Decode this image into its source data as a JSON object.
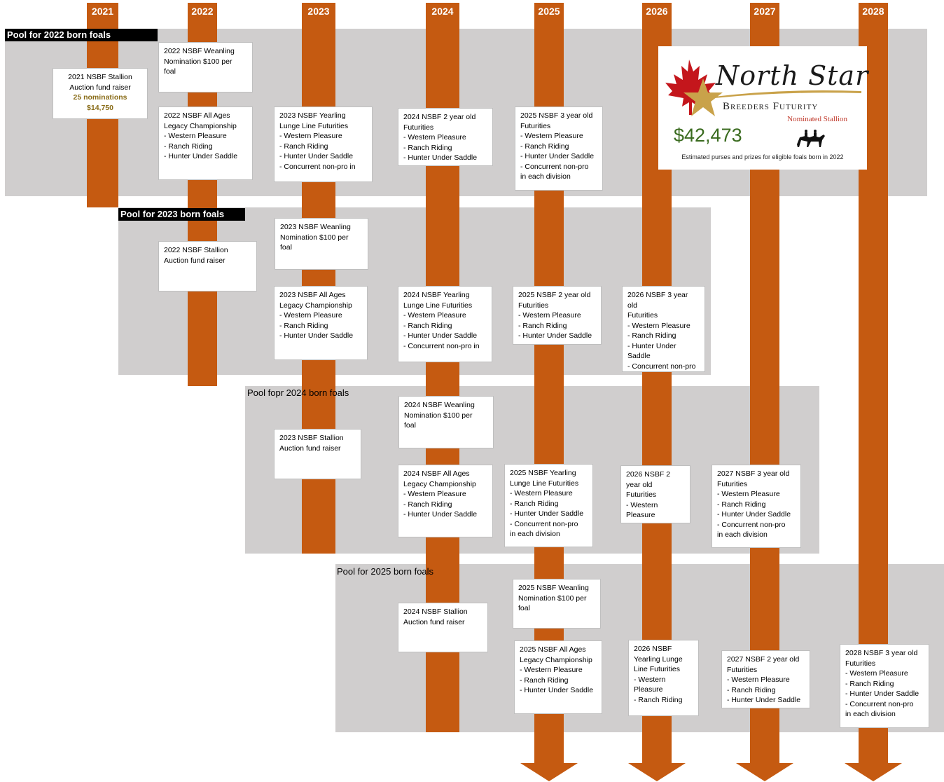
{
  "years": [
    "2021",
    "2022",
    "2023",
    "2024",
    "2025",
    "2026",
    "2027",
    "2028"
  ],
  "pools": [
    {
      "label": "Pool for 2022 born foals"
    },
    {
      "label": "Pool for 2023 born foals"
    },
    {
      "label": "Pool fopr 2024 born foals"
    },
    {
      "label": "Pool for 2025 born foals"
    }
  ],
  "boxes": {
    "p22_auction": [
      "2021 NSBF Stallion",
      "Auction fund raiser"
    ],
    "p22_auction_nominations": "25 nominations",
    "p22_auction_amount": "$14,750",
    "p22_weanling": [
      "2022 NSBF Weanling",
      "Nomination $100 per",
      "foal"
    ],
    "p22_allages": [
      "2022 NSBF All Ages",
      "Legacy Championship",
      "- Western Pleasure",
      "- Ranch Riding",
      "- Hunter Under Saddle"
    ],
    "p22_yearling": [
      "2023 NSBF Yearling",
      "Lunge Line Futurities",
      "- Western Pleasure",
      "- Ranch Riding",
      "- Hunter Under Saddle",
      "- Concurrent non-pro in"
    ],
    "p22_2yo": [
      "2024 NSBF 2 year old",
      "Futurities",
      "- Western Pleasure",
      "- Ranch Riding",
      "- Hunter Under Saddle"
    ],
    "p22_3yo": [
      "2025 NSBF 3 year old",
      "Futurities",
      "- Western Pleasure",
      "- Ranch Riding",
      "- Hunter Under Saddle",
      "- Concurrent non-pro",
      "in each division"
    ],
    "p23_auction": [
      "2022 NSBF Stallion",
      "Auction fund raiser"
    ],
    "p23_weanling": [
      "2023 NSBF Weanling",
      "Nomination $100 per",
      "foal"
    ],
    "p23_allages": [
      "2023 NSBF All Ages",
      "Legacy Championship",
      "- Western Pleasure",
      "- Ranch Riding",
      "- Hunter Under Saddle"
    ],
    "p23_yearling": [
      "2024 NSBF Yearling",
      "Lunge Line Futurities",
      "- Western Pleasure",
      "- Ranch Riding",
      "- Hunter Under Saddle",
      "- Concurrent non-pro in"
    ],
    "p23_2yo": [
      "2025 NSBF 2 year old",
      "Futurities",
      "- Western Pleasure",
      "- Ranch Riding",
      "- Hunter Under Saddle"
    ],
    "p23_3yo": [
      "2026 NSBF 3 year old",
      "Futurities",
      "- Western Pleasure",
      "- Ranch Riding",
      "- Hunter Under",
      "Saddle",
      "- Concurrent non-pro"
    ],
    "p24_weanling": [
      "2024 NSBF Weanling",
      "Nomination $100 per",
      "foal"
    ],
    "p24_auction": [
      "2023 NSBF Stallion",
      "Auction fund raiser"
    ],
    "p24_allages": [
      "2024 NSBF All Ages",
      "Legacy Championship",
      "- Western Pleasure",
      "- Ranch Riding",
      "- Hunter Under Saddle"
    ],
    "p24_yearling": [
      "2025 NSBF Yearling",
      "Lunge Line Futurities",
      "- Western Pleasure",
      "- Ranch Riding",
      "- Hunter Under Saddle",
      "- Concurrent non-pro",
      "in each division"
    ],
    "p24_2yo": [
      "2026 NSBF 2",
      "year old",
      "Futurities",
      "- Western",
      "Pleasure"
    ],
    "p24_3yo": [
      "2027 NSBF 3 year old",
      "Futurities",
      "- Western Pleasure",
      "- Ranch Riding",
      "- Hunter Under Saddle",
      "- Concurrent non-pro",
      "in each division"
    ],
    "p25_weanling": [
      "2025 NSBF Weanling",
      "Nomination $100 per",
      "foal"
    ],
    "p25_auction": [
      "2024 NSBF Stallion",
      "Auction fund raiser"
    ],
    "p25_allages": [
      "2025 NSBF All Ages",
      "Legacy Championship",
      "- Western Pleasure",
      "- Ranch Riding",
      "- Hunter Under Saddle"
    ],
    "p25_yearling": [
      "2026 NSBF",
      "Yearling Lunge",
      "Line Futurities",
      "- Western",
      "Pleasure",
      "- Ranch Riding"
    ],
    "p25_2yo": [
      "2027 NSBF 2 year old",
      "Futurities",
      "- Western Pleasure",
      "- Ranch Riding",
      "- Hunter Under Saddle"
    ],
    "p25_3yo": [
      "2028 NSBF 3 year old",
      "Futurities",
      "- Western Pleasure",
      "- Ranch Riding",
      "- Hunter Under Saddle",
      "- Concurrent non-pro",
      "in each division"
    ]
  },
  "logo": {
    "name": "North Star",
    "subtitle": "Breeders Futurity",
    "nominated": "Nominated Stallion",
    "purse": "$42,473",
    "note": "Estimated purses and prizes for eligible foals born in 2022"
  },
  "colors": {
    "column": "#c55a11",
    "pool_background": "#d0cece",
    "gold_text": "#8a6d1a",
    "purse_text": "#3a6b1f"
  }
}
